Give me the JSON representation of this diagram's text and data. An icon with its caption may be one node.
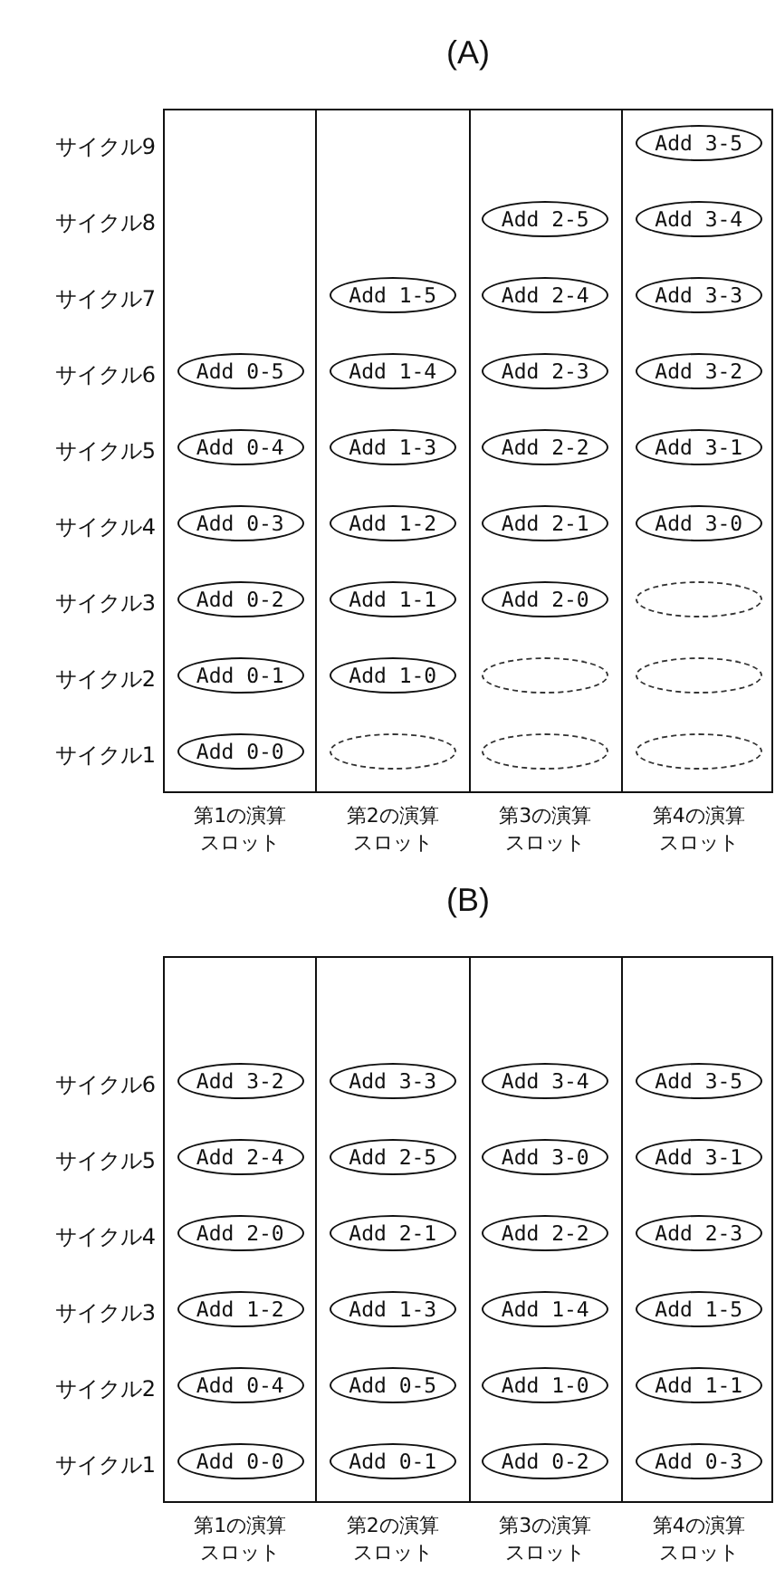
{
  "diagram": {
    "nodes": [
      {
        "text": [
          "(A)"
        ]
      },
      {
        "text": [
          "第1の演算スロット"
        ],
        "in": 0
      },
      {
        "text": [
          "Add 0-5"
        ],
        "in": 1
      },
      {
        "text": [
          "Add 0-4"
        ],
        "in": 1
      },
      {
        "text": [
          "Add 0-3"
        ],
        "in": 1
      },
      {
        "text": [
          "Add 0-2"
        ],
        "in": 1
      },
      {
        "text": [
          "Add 0-1"
        ],
        "in": 1
      },
      {
        "text": [
          "Add 0-0"
        ],
        "in": 1
      },
      {
        "text": [
          "第2の演算スロット"
        ],
        "in": 0
      },
      {
        "text": [
          "Add 1-5"
        ],
        "in": 8
      },
      {
        "text": [
          "Add 1-4"
        ],
        "in": 8
      },
      {
        "text": [
          "Add 1-3"
        ],
        "in": 8
      },
      {
        "text": [
          "Add 1-2"
        ],
        "in": 8
      },
      {
        "text": [
          "Add 1-1"
        ],
        "in": 8
      },
      {
        "text": [
          "Add 1-0"
        ],
        "in": 8
      },
      {
        "text": [],
        "shape": "ellipse",
        "in": 8
      },
      {
        "text": [
          "第3の演算スロット"
        ],
        "in": 0
      },
      {
        "text": [
          "Add 2-5"
        ],
        "in": 16
      },
      {
        "text": [
          "Add 2-4"
        ],
        "in": 16
      },
      {
        "text": [
          "Add 2-3"
        ],
        "in": 16
      },
      {
        "text": [
          "Add 2-2"
        ],
        "in": 16
      },
      {
        "text": [
          "Add 2-1"
        ],
        "in": 16
      },
      {
        "text": [
          "Add 2-0"
        ],
        "in": 16
      },
      {
        "text": [],
        "shape": "ellipse",
        "in": 16
      },
      {
        "text": [],
        "shape": "ellipse",
        "in": 16
      },
      {
        "text": [
          "第4の演算スロット"
        ],
        "in": 0
      },
      {
        "text": [
          "Add 3-5"
        ],
        "in": 25
      },
      {
        "text": [
          "Add 3-4"
        ],
        "in": 25
      },
      {
        "text": [
          "Add 3-3"
        ],
        "in": 25
      },
      {
        "text": [
          "Add 3-2"
        ],
        "in": 25
      },
      {
        "text": [
          "Add 3-1"
        ],
        "in": 25
      },
      {
        "text": [
          "Add 3-0"
        ],
        "in": 25
      },
      {
        "text": [],
        "shape": "ellipse",
        "in": 25
      },
      {
        "text": [],
        "shape": "ellipse",
        "in": 25
      },
      {
        "text": [],
        "shape": "ellipse",
        "in": 25
      },
      {
        "text": [
          "(B)"
        ]
      },
      {
        "text": [
          "第1の演算スロット"
        ],
        "in": 35
      },
      {
        "text": [
          "Add 3-2"
        ],
        "in": 36
      },
      {
        "text": [
          "Add 2-4"
        ],
        "in": 36
      },
      {
        "text": [
          "Add 2-0"
        ],
        "in": 36
      },
      {
        "text": [
          "Add 1-2"
        ],
        "in": 36
      },
      {
        "text": [
          "Add 0-4"
        ],
        "in": 36
      },
      {
        "text": [
          "Add 0-0"
        ],
        "in": 36
      },
      {
        "text": [
          "第2の演算スロット"
        ],
        "in": 35
      },
      {
        "text": [
          "Add 3-3"
        ],
        "in": 43
      },
      {
        "text": [
          "Add 2-5"
        ],
        "in": 43
      },
      {
        "text": [
          "Add 2-1"
        ],
        "in": 43
      },
      {
        "text": [
          "Add 1-3"
        ],
        "in": 43
      },
      {
        "text": [
          "Add 0-5"
        ],
        "in": 43
      },
      {
        "text": [
          "Add 0-1"
        ],
        "in": 43
      },
      {
        "text": [
          "第3の演算スロット"
        ],
        "in": 35
      },
      {
        "text": [
          "Add 3-4"
        ],
        "in": 50
      },
      {
        "text": [
          "Add 3-0"
        ],
        "in": 50
      },
      {
        "text": [
          "Add 2-2"
        ],
        "in": 50
      },
      {
        "text": [
          "Add 1-4"
        ],
        "in": 50
      },
      {
        "text": [
          "Add 1-0"
        ],
        "in": 50
      },
      {
        "text": [
          "Add 0-2"
        ],
        "in": 50
      },
      {
        "text": [
          "第4の演算スロット"
        ],
        "in": 35
      },
      {
        "text": [
          "Add 3-5"
        ],
        "in": 57
      },
      {
        "text": [
          "Add 3-1"
        ],
        "in": 57
      },
      {
        "text": [
          "Add 2-3"
        ],
        "in": 57
      },
      {
        "text": [
          "Add 1-5"
        ],
        "in": 57
      },
      {
        "text": [
          "Add 1-1"
        ],
        "in": 57
      },
      {
        "text": [
          "Add 0-3"
        ],
        "in": 57
      }
    ],
    "labels": [
      "サイクル9",
      "サイクル8",
      "サイクル7",
      "サイクル6",
      "サイクル5",
      "サイクル4",
      "サイクル3",
      "サイクル2",
      "サイクル1",
      "サイクル6",
      "サイクル5",
      "サイクル4",
      "サイクル3",
      "サイクル2",
      "サイクル1"
    ]
  }
}
